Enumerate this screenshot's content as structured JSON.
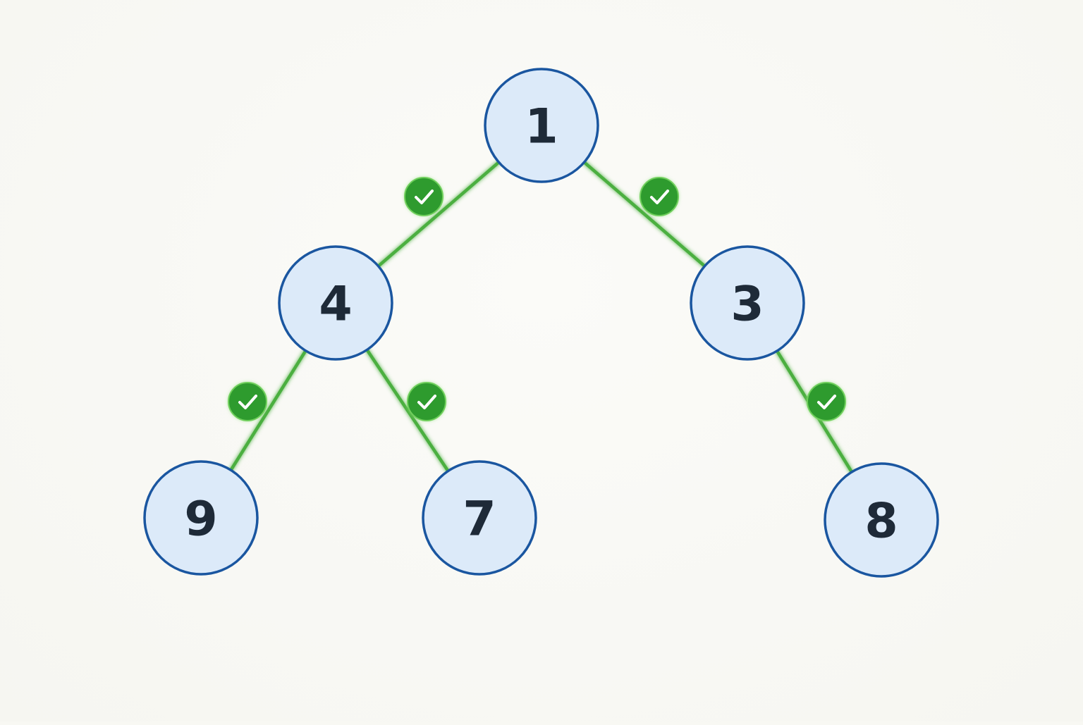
{
  "diagram": {
    "type": "binary-tree",
    "colors": {
      "node_fill": "#dceaf9",
      "node_stroke": "#1a56a0",
      "label": "#1e2a38",
      "edge": "#4caf3f",
      "check_badge": "#2e9b2e"
    },
    "nodes": [
      {
        "id": "n1",
        "label": "1"
      },
      {
        "id": "n4",
        "label": "4"
      },
      {
        "id": "n3",
        "label": "3"
      },
      {
        "id": "n9",
        "label": "9"
      },
      {
        "id": "n7",
        "label": "7"
      },
      {
        "id": "n8",
        "label": "8"
      }
    ],
    "edges": [
      {
        "from": "n1",
        "to": "n4",
        "status": "valid",
        "badge_icon": "check-icon"
      },
      {
        "from": "n1",
        "to": "n3",
        "status": "valid",
        "badge_icon": "check-icon"
      },
      {
        "from": "n4",
        "to": "n9",
        "status": "valid",
        "badge_icon": "check-icon"
      },
      {
        "from": "n4",
        "to": "n7",
        "status": "valid",
        "badge_icon": "check-icon"
      },
      {
        "from": "n3",
        "to": "n8",
        "status": "valid",
        "badge_icon": "check-icon"
      }
    ]
  }
}
